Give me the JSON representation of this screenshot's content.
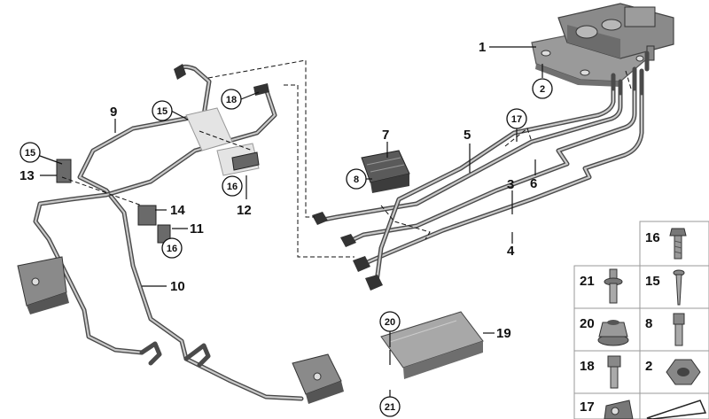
{
  "callouts": {
    "n1": "1",
    "n2": "2",
    "n3": "3",
    "n4": "4",
    "n5": "5",
    "n6": "6",
    "n7": "7",
    "n8": "8",
    "n9": "9",
    "n10": "10",
    "n11": "11",
    "n12": "12",
    "n13": "13",
    "n14": "14",
    "n15a": "15",
    "n15b": "15",
    "n16a": "16",
    "n16b": "16",
    "n17": "17",
    "n18": "18",
    "n19": "19",
    "n20": "20",
    "n21": "21"
  },
  "parts_table": {
    "c16": "16",
    "c21": "21",
    "c15": "15",
    "c20": "20",
    "c8": "8",
    "c18": "18",
    "c2": "2",
    "c17": "17"
  }
}
